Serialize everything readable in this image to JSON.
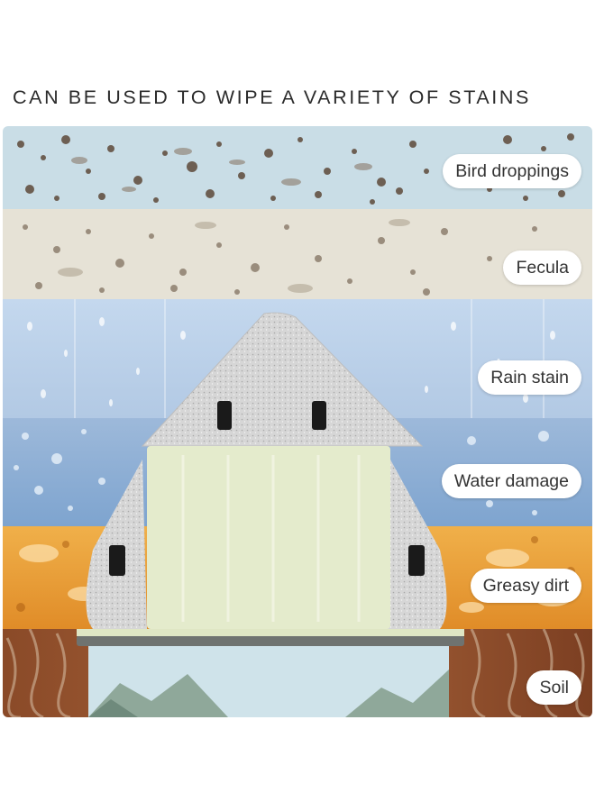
{
  "headline": "CAN BE USED TO WIPE A VARIETY OF STAINS",
  "stains": [
    {
      "label": "Bird droppings",
      "color": "#c9dde6"
    },
    {
      "label": "Fecula",
      "color": "#e6e2d6"
    },
    {
      "label": "Rain stain",
      "color": "#bcd2ea"
    },
    {
      "label": "Water damage",
      "color": "#8aaed3"
    },
    {
      "label": "Greasy dirt",
      "color": "#e99b33"
    },
    {
      "label": "Soil",
      "color": "#8a4a28"
    }
  ],
  "product": {
    "pad_color": "#cfcfcf",
    "sponge_color": "#e4ebcc",
    "holder_color": "#6f7370"
  }
}
